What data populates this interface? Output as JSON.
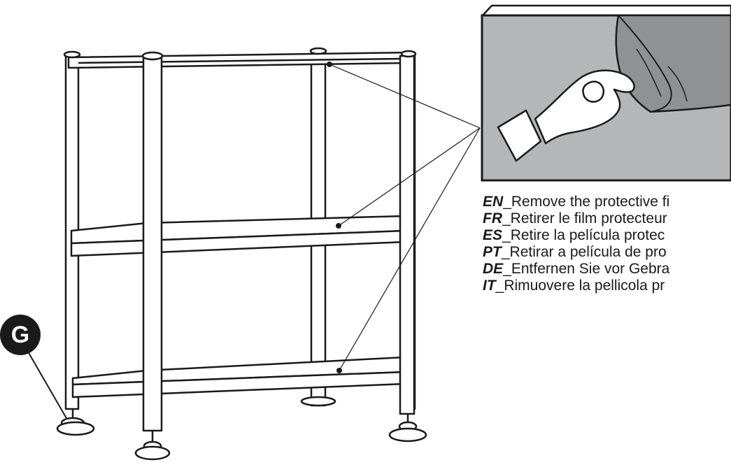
{
  "part_label": "G",
  "instructions": [
    {
      "code": "EN",
      "text": "_Remove the protective fi"
    },
    {
      "code": "FR",
      "text": "_Retirer le film protecteur"
    },
    {
      "code": "ES",
      "text": "_Retire la película protec"
    },
    {
      "code": "PT",
      "text": "_Retirar a película de pro"
    },
    {
      "code": "DE",
      "text": "_Entfernen Sie vor Gebra"
    },
    {
      "code": "IT",
      "text": "_Rimuovere la pellicola pr"
    }
  ],
  "colors": {
    "line": "#1a1a1a",
    "film": "#b4b6b7",
    "peel": "#8f9193",
    "background": "#ffffff"
  },
  "icons": [
    "hand-icon",
    "protective-film-icon",
    "leveling-foot-icon"
  ]
}
